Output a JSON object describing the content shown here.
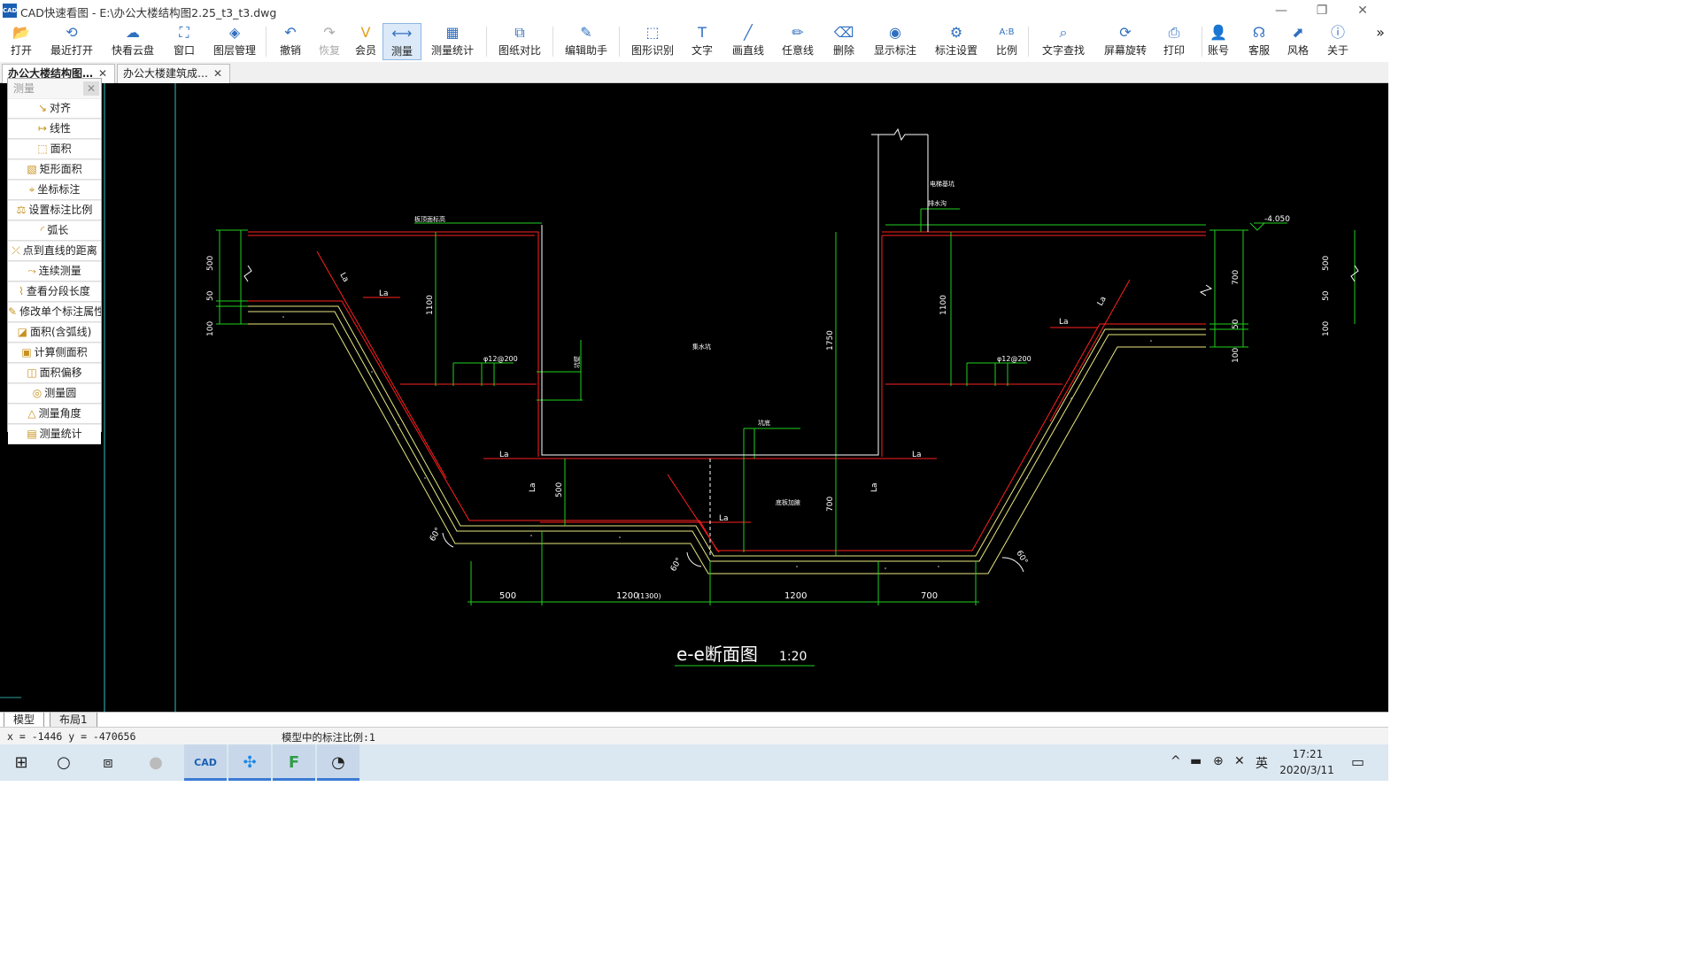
{
  "window": {
    "title": "CAD快速看图 - E:\\办公大楼结构图2.25_t3_t3.dwg",
    "app_icon_text": "CAD"
  },
  "toolbar": {
    "items": [
      {
        "label": "打开",
        "icon": "folder-open-icon",
        "icon_glyph": "📂"
      },
      {
        "label": "最近打开",
        "icon": "recent-icon",
        "icon_glyph": "⟲"
      },
      {
        "label": "快看云盘",
        "icon": "cloud-icon",
        "icon_glyph": "☁"
      },
      {
        "label": "窗口",
        "icon": "window-icon",
        "icon_glyph": "⛶"
      },
      {
        "label": "图层管理",
        "icon": "layers-icon",
        "icon_glyph": "◈"
      },
      {
        "label": "撤销",
        "icon": "undo-icon",
        "icon_glyph": "↶"
      },
      {
        "label": "恢复",
        "icon": "redo-icon",
        "icon_glyph": "↷"
      },
      {
        "label": "会员",
        "icon": "vip-icon",
        "icon_glyph": "V"
      },
      {
        "label": "测量",
        "icon": "measure-icon",
        "icon_glyph": "⟷"
      },
      {
        "label": "测量统计",
        "icon": "measure-stats-icon",
        "icon_glyph": "▦"
      },
      {
        "label": "图纸对比",
        "icon": "compare-icon",
        "icon_glyph": "⧉"
      },
      {
        "label": "编辑助手",
        "icon": "edit-assistant-icon",
        "icon_glyph": "✎"
      },
      {
        "label": "图形识别",
        "icon": "shape-recognize-icon",
        "icon_glyph": "⬚"
      },
      {
        "label": "文字",
        "icon": "text-icon",
        "icon_glyph": "T"
      },
      {
        "label": "画直线",
        "icon": "line-icon",
        "icon_glyph": "╱"
      },
      {
        "label": "任意线",
        "icon": "pencil-icon",
        "icon_glyph": "✏"
      },
      {
        "label": "删除",
        "icon": "eraser-icon",
        "icon_glyph": "⌫"
      },
      {
        "label": "显示标注",
        "icon": "eye-icon",
        "icon_glyph": "◉"
      },
      {
        "label": "标注设置",
        "icon": "annotation-settings-icon",
        "icon_glyph": "⚙"
      },
      {
        "label": "比例",
        "icon": "scale-icon",
        "icon_glyph": "A:B"
      },
      {
        "label": "文字查找",
        "icon": "text-search-icon",
        "icon_glyph": "⌕"
      },
      {
        "label": "屏幕旋转",
        "icon": "rotate-screen-icon",
        "icon_glyph": "⟳"
      },
      {
        "label": "打印",
        "icon": "printer-icon",
        "icon_glyph": "⎙"
      },
      {
        "label": "账号",
        "icon": "user-icon",
        "icon_glyph": "👤"
      },
      {
        "label": "客服",
        "icon": "headset-icon",
        "icon_glyph": "☊"
      },
      {
        "label": "风格",
        "icon": "style-icon",
        "icon_glyph": "⬈"
      },
      {
        "label": "关于",
        "icon": "info-icon",
        "icon_glyph": "ⓘ"
      }
    ],
    "more": "»"
  },
  "tabs": [
    {
      "label": "办公大楼结构图…",
      "close": "✕"
    },
    {
      "label": "办公大楼建筑成…",
      "close": "✕"
    }
  ],
  "measure_panel": {
    "title": "测量",
    "close": "✕",
    "items": [
      "对齐",
      "线性",
      "面积",
      "矩形面积",
      "坐标标注",
      "设置标注比例",
      "弧长",
      "点到直线的距离",
      "连续测量",
      "查看分段长度",
      "修改单个标注属性",
      "面积(含弧线)",
      "计算侧面积",
      "面积偏移",
      "测量圆",
      "测量角度",
      "测量统计"
    ]
  },
  "drawing": {
    "title": "e-e断面图",
    "scale": "1:20",
    "dimensions_bottom": [
      "500",
      "1200",
      "(1300)",
      "1200",
      "700"
    ],
    "dim_left": [
      "500",
      "50",
      "100"
    ],
    "dim_right": [
      "700",
      "50",
      "100"
    ],
    "dim_right_edge": [
      "500",
      "50",
      "100"
    ],
    "dim_vertical": [
      "1100",
      "1100",
      "1750",
      "500",
      "700"
    ],
    "rebar_labels": [
      "φ12@200",
      "φ12@200"
    ],
    "la_labels": [
      "La",
      "La",
      "La",
      "La",
      "La",
      "La",
      "La",
      "La",
      "La"
    ],
    "angle_labels": [
      "60°",
      "60°",
      "60°"
    ],
    "elevation": "-4.050",
    "small_notes": [
      "板顶面标高",
      "底板加腋",
      "集水坑",
      "排水沟",
      "坑底",
      "电梯基坑",
      "坑壁"
    ],
    "colors": {
      "background": "#000000",
      "concrete": "#e8e880",
      "rebar": "#ff2020",
      "dimension": "#20d020",
      "white": "#ffffff"
    }
  },
  "sheet_tabs": [
    "模型",
    "布局1"
  ],
  "status": {
    "coords": "x = -1446 y = -470656",
    "scale_info": "模型中的标注比例:1"
  },
  "taskbar": {
    "tray_lang": "英",
    "time": "17:21",
    "date": "2020/3/11"
  }
}
